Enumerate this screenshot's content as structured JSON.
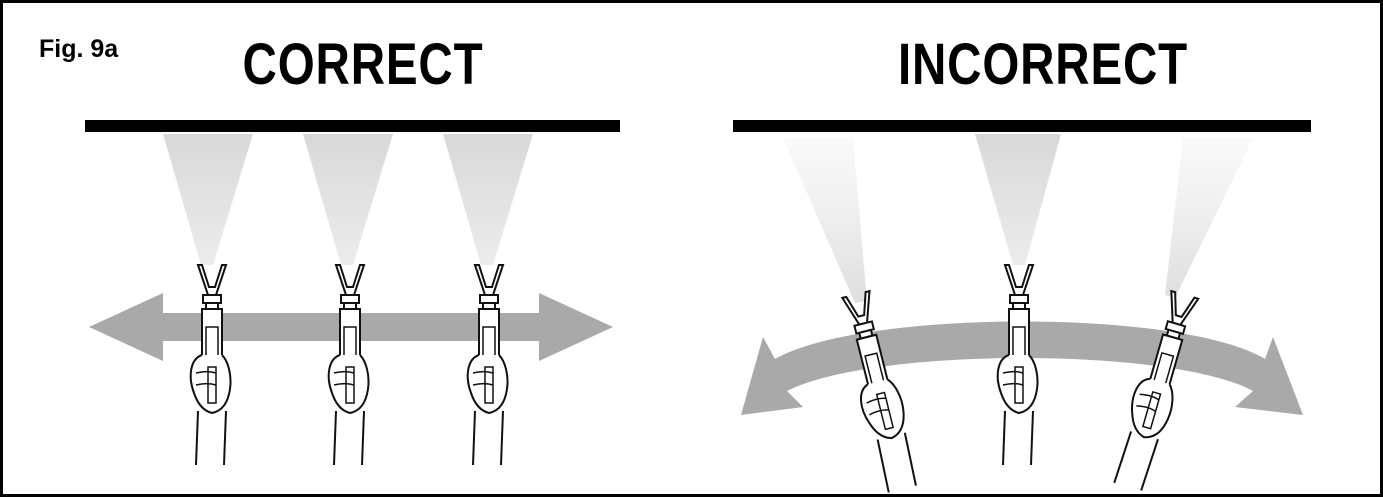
{
  "figure": {
    "label": "Fig. 9a",
    "correct_heading": "CORRECT",
    "incorrect_heading": "INCORRECT"
  },
  "colors": {
    "frame": "#000000",
    "surface_bar": "#000000",
    "arrow": "#a8a8a8",
    "spray": "#d4d4d4",
    "gun_outline": "#111111"
  },
  "icons": [
    "straight-double-arrow-icon",
    "curved-double-arrow-icon",
    "spray-gun-icon",
    "hand-icon",
    "spray-fan-icon"
  ]
}
